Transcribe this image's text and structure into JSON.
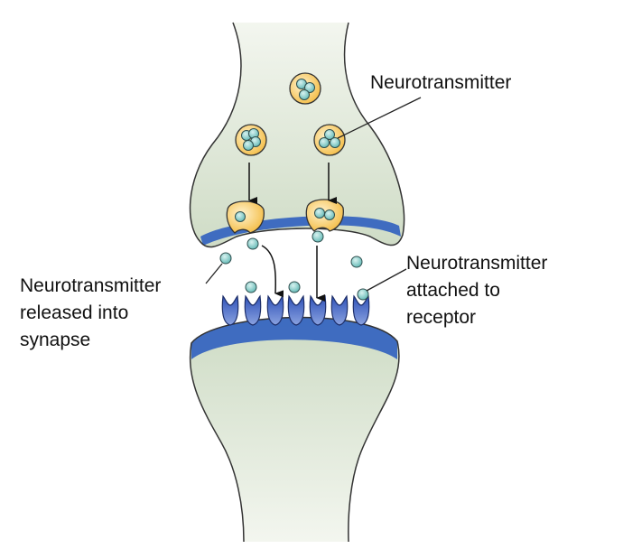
{
  "labels": {
    "neurotransmitter": "Neurotransmitter",
    "released": [
      "Neurotransmitter",
      "released into",
      "synapse"
    ],
    "attached": [
      "Neurotransmitter",
      "attached to",
      "receptor"
    ]
  },
  "colors": {
    "cytoplasm": "#dde8d6",
    "membrane": "#2f5fbf",
    "vesicle": "#f6c455",
    "neurotransmitter": "#7cc9c6",
    "receptor": "#3f63c4"
  }
}
